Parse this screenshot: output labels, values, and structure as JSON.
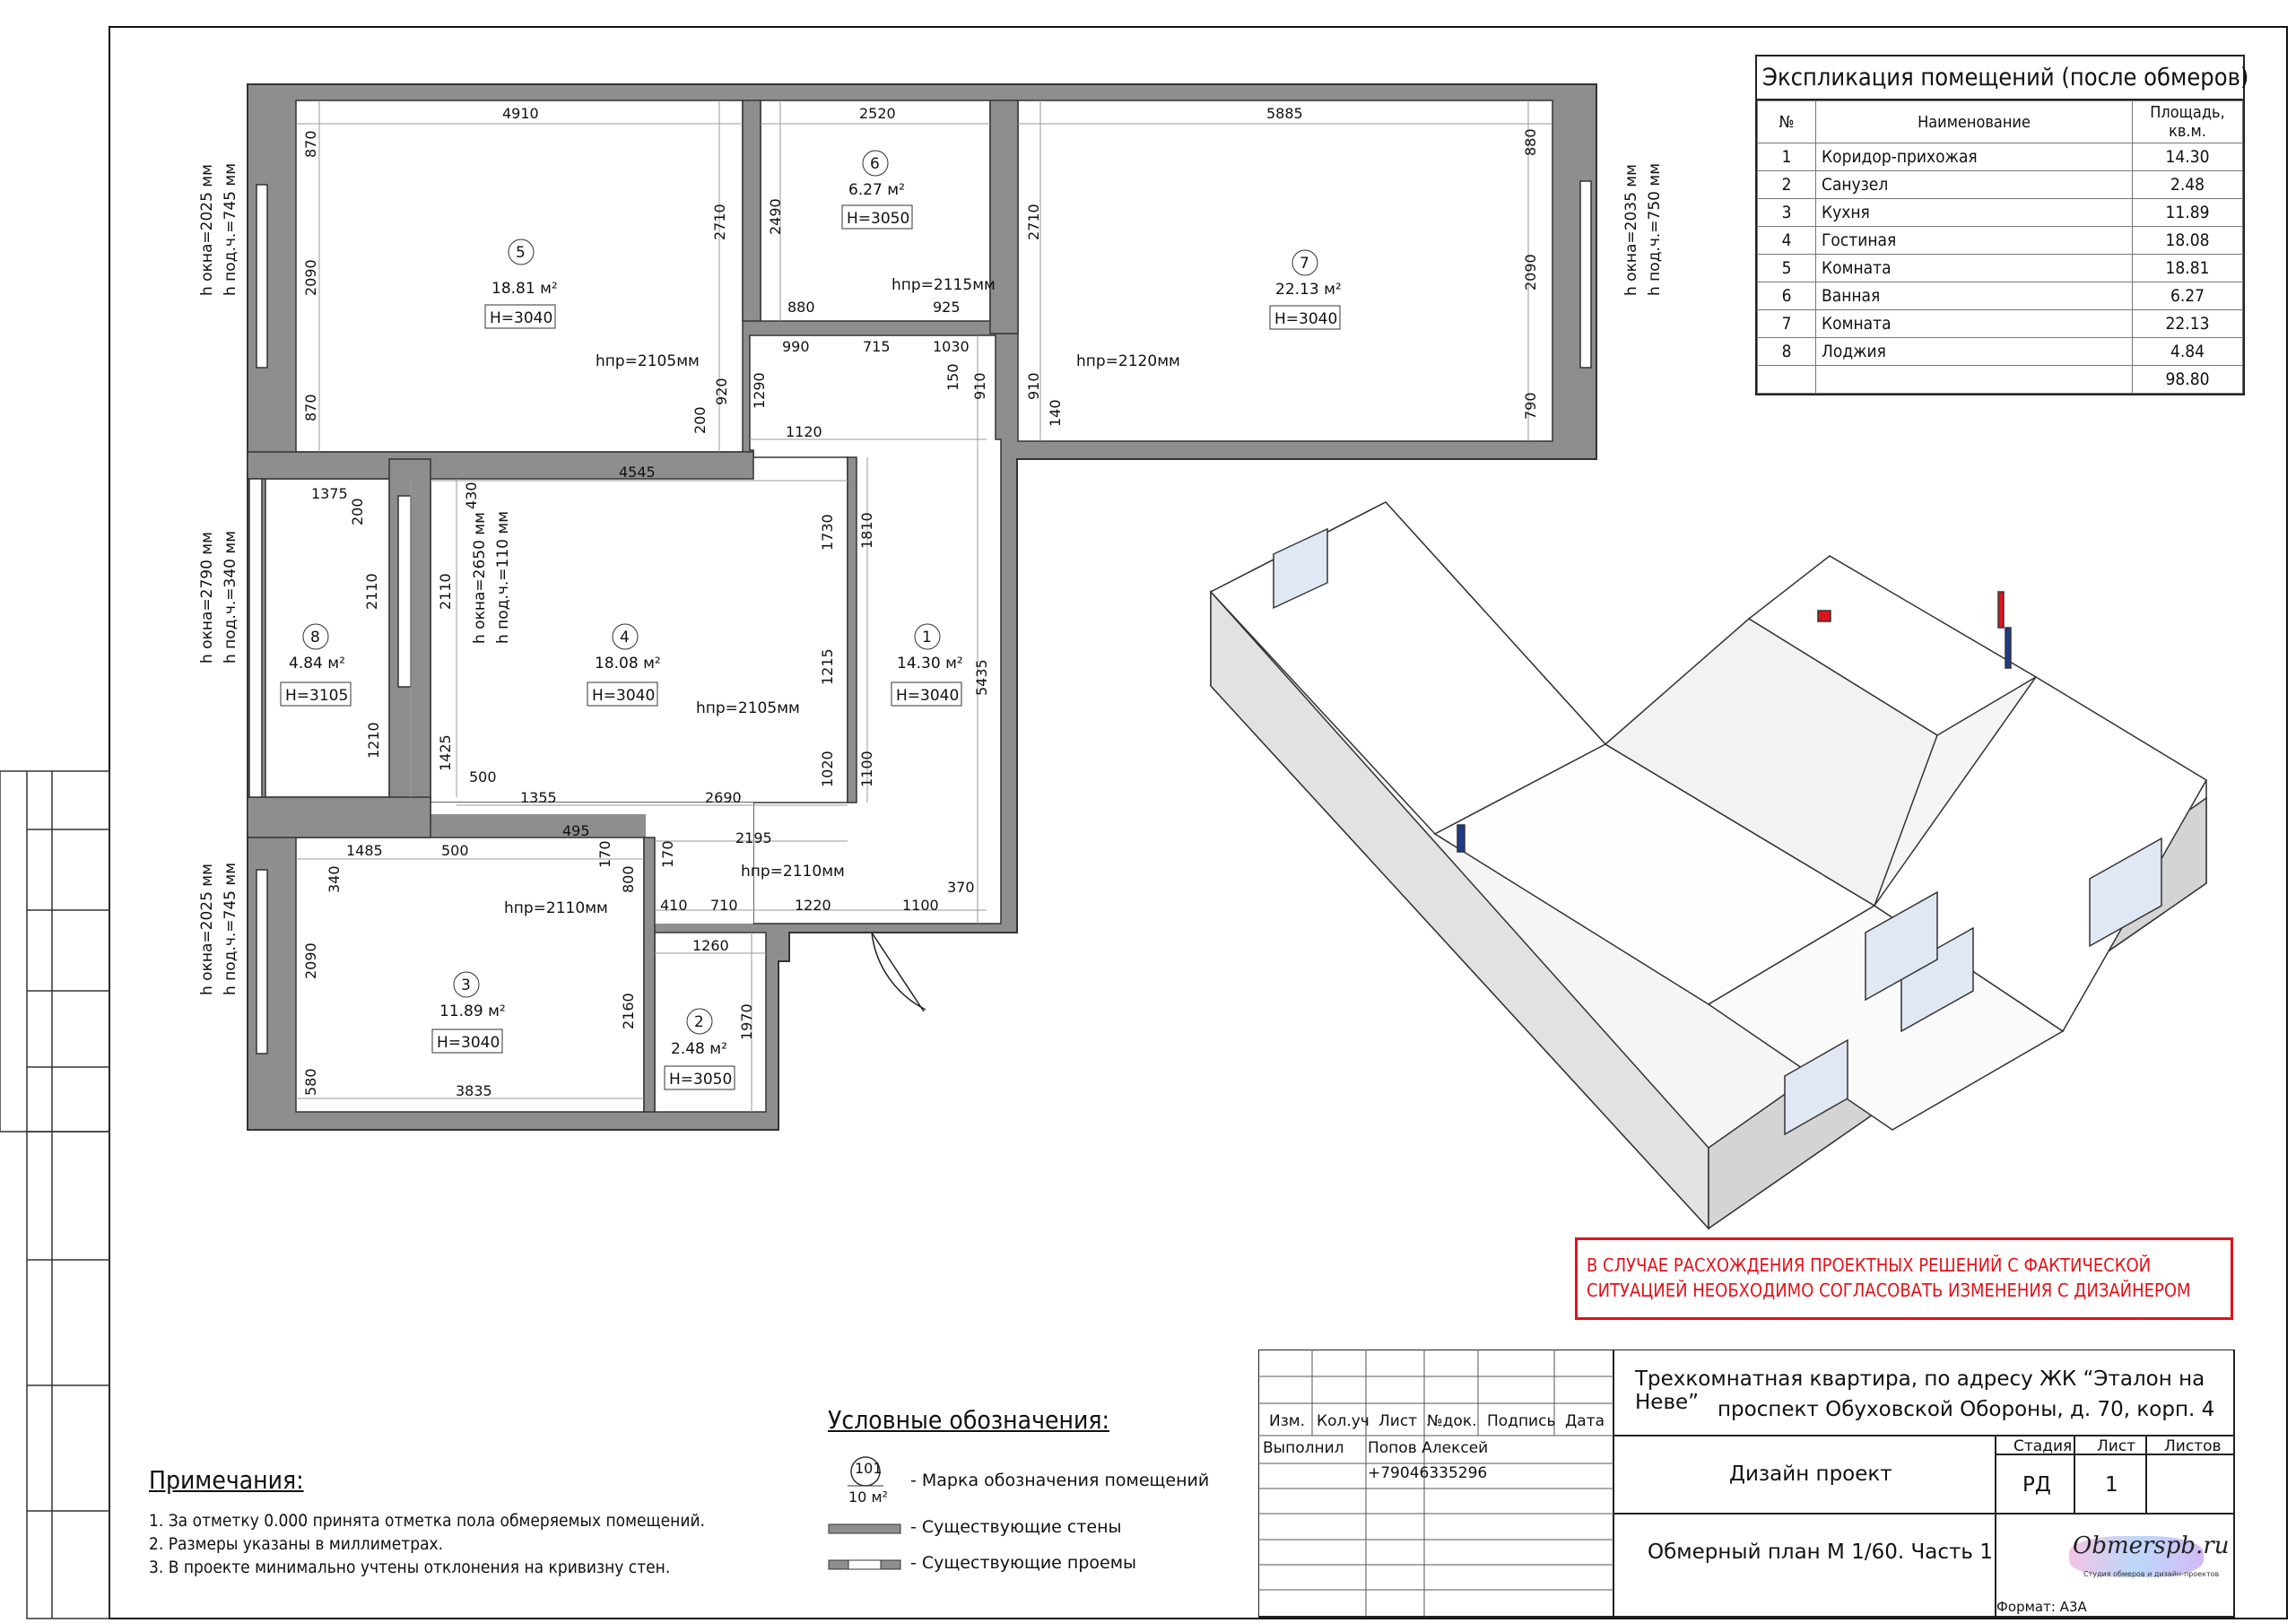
{
  "explication": {
    "title": "Экспликация помещений (после обмеров)",
    "col_num": "№",
    "col_name": "Наименование",
    "col_area": "Площадь, кв.м.",
    "rows": [
      {
        "n": "1",
        "name": "Коридор-прихожая",
        "area": "14.30"
      },
      {
        "n": "2",
        "name": "Санузел",
        "area": "2.48"
      },
      {
        "n": "3",
        "name": "Кухня",
        "area": "11.89"
      },
      {
        "n": "4",
        "name": "Гостиная",
        "area": "18.08"
      },
      {
        "n": "5",
        "name": "Комната",
        "area": "18.81"
      },
      {
        "n": "6",
        "name": "Ванная",
        "area": "6.27"
      },
      {
        "n": "7",
        "name": "Комната",
        "area": "22.13"
      },
      {
        "n": "8",
        "name": "Лоджия",
        "area": "4.84"
      }
    ],
    "total": "98.80"
  },
  "rooms": [
    {
      "num": "1",
      "area": "14.30 м²",
      "h": "H=3040"
    },
    {
      "num": "2",
      "area": "2.48 м²",
      "h": "H=3050"
    },
    {
      "num": "3",
      "area": "11.89 м²",
      "h": "H=3040"
    },
    {
      "num": "4",
      "area": "18.08 м²",
      "h": "H=3040"
    },
    {
      "num": "5",
      "area": "18.81 м²",
      "h": "H=3040"
    },
    {
      "num": "6",
      "area": "6.27 м²",
      "h": "H=3050"
    },
    {
      "num": "7",
      "area": "22.13 м²",
      "h": "H=3040"
    },
    {
      "num": "8",
      "area": "4.84 м²",
      "h": "H=3105"
    }
  ],
  "dims": {
    "d4910": "4910",
    "d2520": "2520",
    "d5885": "5885",
    "d870a": "870",
    "d2090a": "2090",
    "d870b": "870",
    "d2710a": "2710",
    "d2490": "2490",
    "d2710b": "2710",
    "d880a": "880",
    "d2090b": "2090",
    "d790": "790",
    "d880b": "880",
    "d925": "925",
    "d990": "990",
    "d715": "715",
    "d1030": "1030",
    "d1290": "1290",
    "d920": "920",
    "d200a": "200",
    "d1120": "1120",
    "d150": "150",
    "d910a": "910",
    "d910b": "910",
    "d140": "140",
    "d1375": "1375",
    "d200b": "200",
    "d430": "430",
    "d4545": "4545",
    "d1730": "1730",
    "d1810": "1810",
    "d2110a": "2110",
    "d2110b": "2110",
    "d1215": "1215",
    "d5435": "5435",
    "d1210": "1210",
    "d1425": "1425",
    "d1020": "1020",
    "d1100a": "1100",
    "d500a": "500",
    "d1355": "1355",
    "d2690": "2690",
    "d495": "495",
    "d1485": "1485",
    "d500b": "500",
    "d2195": "2195",
    "d170a": "170",
    "d170b": "170",
    "d800": "800",
    "d340": "340",
    "d410": "410",
    "d710": "710",
    "d1220": "1220",
    "d1100b": "1100",
    "d370": "370",
    "d1260": "1260",
    "d2090c": "2090",
    "d2160": "2160",
    "d1970": "1970",
    "d580": "580",
    "d3835": "3835"
  },
  "openings": {
    "hpr2115": "hпр=2115мм",
    "hpr2105a": "hпр=2105мм",
    "hpr2120": "hпр=2120мм",
    "hpr2105b": "hпр=2105мм",
    "hpr2110a": "hпр=2110мм",
    "hpr2110b": "hпр=2110мм"
  },
  "windows": {
    "w1a": "h окна=2025 мм",
    "w1b": "h под.ч.=745 мм",
    "w2a": "h окна=2035 мм",
    "w2b": "h под.ч.=750 мм",
    "w3a": "h окна=2790 мм",
    "w3b": "h под.ч.=340 мм",
    "w4a": "h окна=2650 мм",
    "w4b": "h под.ч.=110 мм",
    "w5a": "h окна=2025 мм",
    "w5b": "h под.ч.=745 мм"
  },
  "warning": "В СЛУЧАЕ РАСХОЖДЕНИЯ ПРОЕКТНЫХ РЕШЕНИЙ С ФАКТИЧЕСКОЙ СИТУАЦИЕЙ НЕОБХОДИМО СОГЛАСОВАТЬ ИЗМЕНЕНИЯ С ДИЗАЙНЕРОМ",
  "notes": {
    "title": "Примечания:",
    "items": [
      "1.  За отметку 0.000 принята отметка пола обмеряемых помещений.",
      "2.  Размеры указаны в миллиметрах.",
      "3.  В проекте минимально учтены отклонения на кривизну стен."
    ]
  },
  "legend": {
    "title": "Условные обозначения:",
    "mark_num": "101",
    "mark_area": "10 м²",
    "mark_label": "- Марка обозначения помещений",
    "walls_label": "- Существующие стены",
    "openings_label": "- Существующие проемы"
  },
  "stamp": {
    "h_izm": "Изм.",
    "h_kol": "Кол.уч",
    "h_list": "Лист",
    "h_ndok": "№док.",
    "h_podp": "Подпись",
    "h_data": "Дата",
    "vypolnil": "Выполнил",
    "author": "Попов Алексей",
    "phone": "+79046335296",
    "title1": "Трехкомнатная квартира, по адресу ЖК “Эталон на Неве”",
    "title2": "проспект Обуховской Обороны, д. 70, корп. 4",
    "project": "Дизайн проект",
    "h_stage": "Стадия",
    "h_sheet": "Лист",
    "h_sheets": "Листов",
    "stage": "РД",
    "sheet": "1",
    "sheets": "",
    "drawing": "Обмерный план М 1/60. Часть 1",
    "logo": "Obmerspb.ru",
    "logo_sub": "Студия обмеров и дизайн-проектов",
    "format": "Формат: А3А"
  }
}
